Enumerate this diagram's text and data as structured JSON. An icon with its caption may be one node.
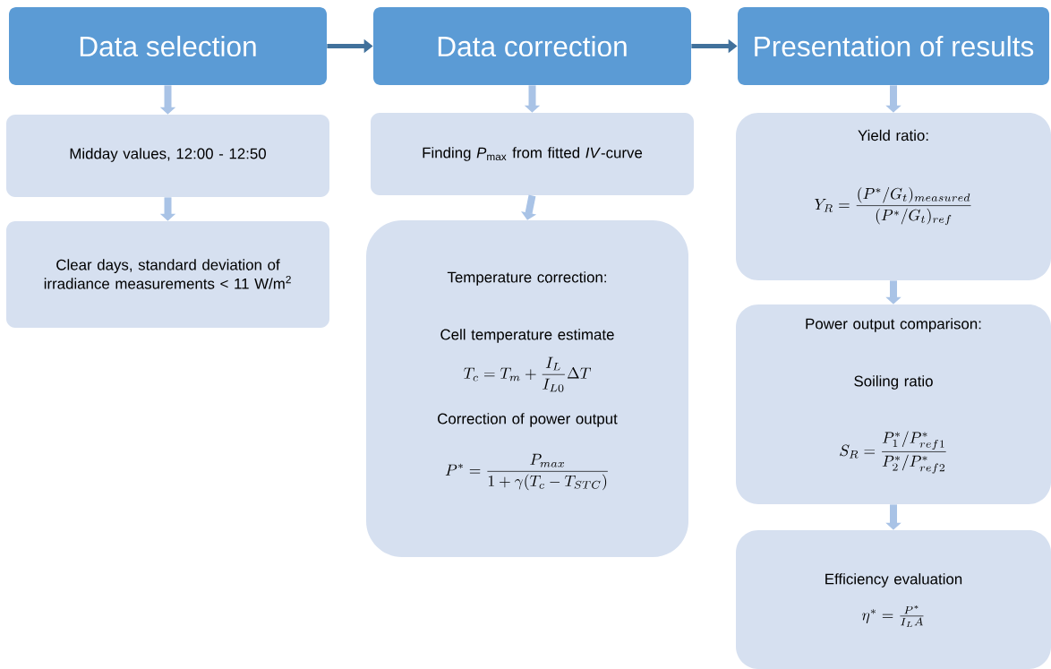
{
  "diagram": {
    "nodes": [
      {
        "text": [
          "Data selection"
        ]
      },
      {
        "text": [
          "Data correction"
        ]
      },
      {
        "text": [
          "Presentation of results"
        ]
      },
      {
        "text": [
          "Midday values, 12:00 - 12:50"
        ]
      },
      {
        "text": [
          "Clear days, standard deviation of irradiance measurements < 11 W/m$^{2}$"
        ]
      },
      {
        "text": [
          "Finding *P*$_{max}$ from fitted *IV*-curve"
        ]
      },
      {
        "text": [
          "Temperature correction:",
          "Cell temperature estimate",
          "T_c = T_m + \\frac{I_L}{I_{L0}}\\Delta T",
          "Correction of power output",
          "P^{*} = \\frac{P_{max}}{1 + \\gamma(T_c - T_{STC})}"
        ]
      },
      {
        "text": [
          "Yield ratio:",
          "Y_R = \\frac{(P^{*}/G_t)_{measured}}{(P^{*}/G_t)_{ref}}"
        ]
      },
      {
        "text": [
          "Power output comparison:",
          "Soiling ratio",
          "S_R = \\frac{P_1^{*}/P_{ref1}^{*}}{P_2^{*}/P_{ref2}^{*}}"
        ]
      },
      {
        "text": [
          "Efficiency evaluation",
          "\\eta^{*} = \\frac{P^{*}}{I_L A}"
        ]
      }
    ],
    "edges": [
      {
        "from": 0,
        "to": 1,
        "arrow": "to",
        "color": "#41719c"
      },
      {
        "from": 1,
        "to": 2,
        "arrow": "to",
        "color": "#41719c"
      },
      {
        "from": 0,
        "to": 3,
        "arrow": "to"
      },
      {
        "from": 3,
        "to": 4,
        "arrow": "to"
      },
      {
        "from": 1,
        "to": 5,
        "arrow": "to"
      },
      {
        "from": 5,
        "to": 6,
        "arrow": "to"
      },
      {
        "from": 2,
        "to": 7,
        "arrow": "to"
      },
      {
        "from": 7,
        "to": 8,
        "arrow": "to"
      },
      {
        "from": 8,
        "to": 9,
        "arrow": "to"
      }
    ]
  }
}
